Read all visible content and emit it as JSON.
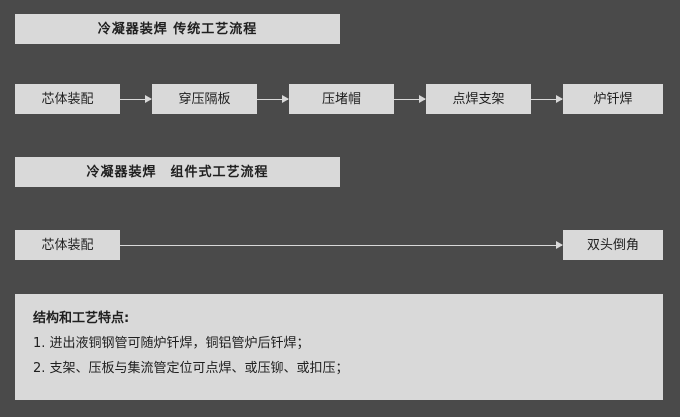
{
  "colors": {
    "background": "#4a4a4a",
    "box": "#d9d9d9",
    "text": "#1f1f1f"
  },
  "flow1": {
    "title": "冷凝器装焊  传统工艺流程",
    "steps": [
      "芯体装配",
      "穿压隔板",
      "压堵帽",
      "点焊支架",
      "炉钎焊"
    ]
  },
  "flow2": {
    "title": "冷凝器装焊　组件式工艺流程",
    "steps": [
      "芯体装配",
      "双头倒角"
    ]
  },
  "notes": {
    "title": "结构和工艺特点:",
    "items": [
      "1. 进出液铜钢管可随炉钎焊，铜铝管炉后钎焊；",
      "2. 支架、压板与集流管定位可点焊、或压铆、或扣压；"
    ]
  }
}
